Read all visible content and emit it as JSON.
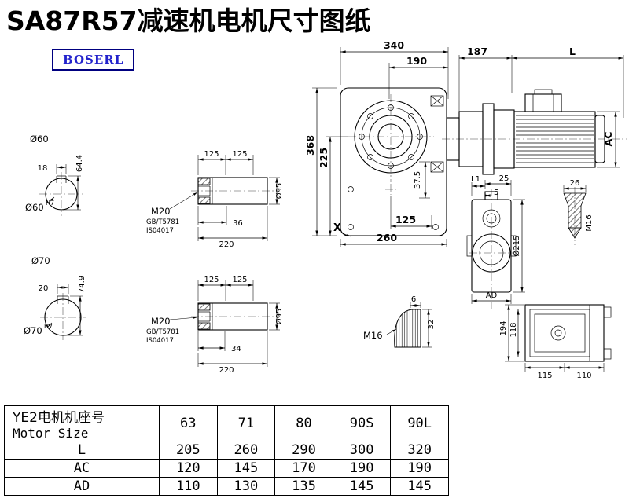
{
  "page": {
    "title": "SA87R57减速机电机尺寸图纸",
    "logo": "BOSERL"
  },
  "colors": {
    "line": "#000000",
    "logo_text": "#2222cc",
    "logo_border": "#000080",
    "background": "#ffffff"
  },
  "shaft60": {
    "dia": "Ø60",
    "key_width": "18",
    "total_height": "64.4",
    "bore": "Ø60",
    "bore_tol": "H7"
  },
  "shaft70": {
    "dia": "Ø70",
    "key_width": "20",
    "total_height": "74.9",
    "bore": "Ø70",
    "bore_tol": "H7"
  },
  "shaft_detail_1": {
    "dim_a": "125",
    "dim_b": "125",
    "thread": "M20",
    "std_1": "GB/T5781",
    "std_2": "IS04017",
    "key_len": "36",
    "length": "220",
    "dia": "Ø95"
  },
  "shaft_detail_2": {
    "dim_a": "125",
    "dim_b": "125",
    "thread": "M20",
    "std_1": "GB/T5781",
    "std_2": "IS04017",
    "key_len": "34",
    "length": "220",
    "dia": "Ø95"
  },
  "main_view": {
    "width": "340",
    "flange_offset": "190",
    "height": "368",
    "center_height": "225",
    "foot": "37.5",
    "bottom_a": "125",
    "bottom_b": "260",
    "section_mark": "X"
  },
  "motor_view": {
    "flange_len": "187",
    "motor_len": "L",
    "motor_dia": "AC"
  },
  "side_view": {
    "dim_l1": "L1",
    "dim_25": "25",
    "dim_5": "5",
    "flange_dia": "Ø215",
    "dim_ad": "AD"
  },
  "plug_detail": {
    "dim_26": "26",
    "thread": "M16"
  },
  "key_detail": {
    "thread": "M16",
    "dim_6": "6",
    "dim_32": "32"
  },
  "rear_view": {
    "dim_194": "194",
    "dim_118": "118",
    "dim_115": "115",
    "dim_110": "110"
  },
  "table": {
    "header_line1": "YE2电机机座号",
    "header_line2": "Motor Size",
    "sizes": [
      "63",
      "71",
      "80",
      "90S",
      "90L"
    ],
    "rows": [
      {
        "label": "L",
        "values": [
          "205",
          "260",
          "290",
          "300",
          "320"
        ]
      },
      {
        "label": "AC",
        "values": [
          "120",
          "145",
          "170",
          "190",
          "190"
        ]
      },
      {
        "label": "AD",
        "values": [
          "110",
          "130",
          "135",
          "145",
          "145"
        ]
      }
    ]
  }
}
